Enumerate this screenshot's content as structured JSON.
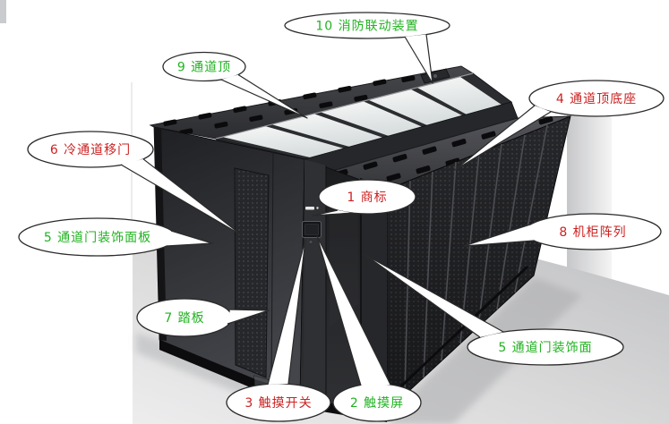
{
  "figure": {
    "type": "labeled-product-diagram",
    "subject": "cold-aisle containment rack system",
    "palette": {
      "bubble_fill": "#ffffff",
      "bubble_stroke": "#2a2a2a",
      "label_green": "#22b322",
      "label_red": "#cc2222"
    },
    "callouts": [
      {
        "label": "10 消防联动装置",
        "color": "#22b322"
      },
      {
        "label": "9 通道顶",
        "color": "#22b322"
      },
      {
        "label": "4 通道顶底座",
        "color": "#cc2222"
      },
      {
        "label": "6 冷通道移门",
        "color": "#cc2222"
      },
      {
        "label": "1 商标",
        "color": "#cc2222"
      },
      {
        "label": "5 通道门装饰面板",
        "color": "#22b322"
      },
      {
        "label": "8 机柜阵列",
        "color": "#cc2222"
      },
      {
        "label": "7 踏板",
        "color": "#22b322"
      },
      {
        "label": "5 通道门装饰面",
        "color": "#22b322"
      },
      {
        "label": "3 触摸开关",
        "color": "#cc2222"
      },
      {
        "label": "2 触摸屏",
        "color": "#22b322"
      }
    ]
  }
}
